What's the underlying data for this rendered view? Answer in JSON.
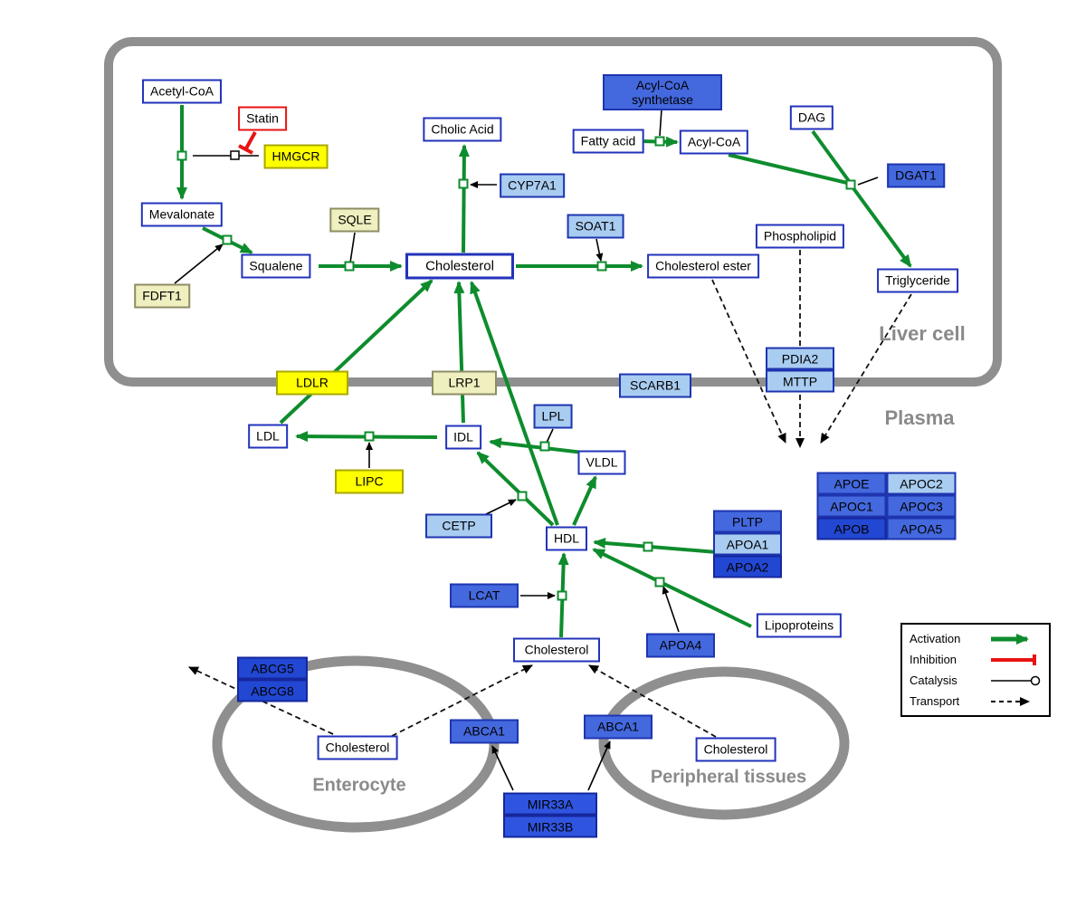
{
  "regions": {
    "liver_cell": "Liver cell",
    "plasma": "Plasma",
    "enterocyte": "Enterocyte",
    "peripheral_tissues": "Peripheral tissues"
  },
  "nodes": {
    "acetyl_coa": {
      "label": "Acetyl-CoA"
    },
    "statin": {
      "label": "Statin"
    },
    "hmgcr": {
      "label": "HMGCR"
    },
    "mevalonate": {
      "label": "Mevalonate"
    },
    "fdft1": {
      "label": "FDFT1"
    },
    "squalene": {
      "label": "Squalene"
    },
    "sqle": {
      "label": "SQLE"
    },
    "cholesterol_liver": {
      "label": "Cholesterol"
    },
    "cholic_acid": {
      "label": "Cholic Acid"
    },
    "cyp7a1": {
      "label": "CYP7A1"
    },
    "soat1": {
      "label": "SOAT1"
    },
    "cholesterol_ester": {
      "label": "Cholesterol ester"
    },
    "acyl_coa_synthetase": {
      "label": "Acyl-CoA synthetase"
    },
    "fatty_acid": {
      "label": "Fatty acid"
    },
    "acyl_coa": {
      "label": "Acyl-CoA"
    },
    "dag": {
      "label": "DAG"
    },
    "dgat1": {
      "label": "DGAT1"
    },
    "phospholipid": {
      "label": "Phospholipid"
    },
    "triglyceride": {
      "label": "Triglyceride"
    },
    "pdia2": {
      "label": "PDIA2"
    },
    "mttp": {
      "label": "MTTP"
    },
    "ldlr": {
      "label": "LDLR"
    },
    "lrp1": {
      "label": "LRP1"
    },
    "scarb1": {
      "label": "SCARB1"
    },
    "ldl": {
      "label": "LDL"
    },
    "idl": {
      "label": "IDL"
    },
    "lpl": {
      "label": "LPL"
    },
    "vldl": {
      "label": "VLDL"
    },
    "lipc": {
      "label": "LIPC"
    },
    "cetp": {
      "label": "CETP"
    },
    "hdl": {
      "label": "HDL"
    },
    "lcat": {
      "label": "LCAT"
    },
    "pltp": {
      "label": "PLTP"
    },
    "apoa1": {
      "label": "APOA1"
    },
    "apoa2": {
      "label": "APOA2"
    },
    "apoa4": {
      "label": "APOA4"
    },
    "lipoproteins": {
      "label": "Lipoproteins"
    },
    "apoe": {
      "label": "APOE"
    },
    "apoc2": {
      "label": "APOC2"
    },
    "apoc1": {
      "label": "APOC1"
    },
    "apoc3": {
      "label": "APOC3"
    },
    "apob": {
      "label": "APOB"
    },
    "apoa5": {
      "label": "APOA5"
    },
    "cholesterol_plasma": {
      "label": "Cholesterol"
    },
    "abcg5": {
      "label": "ABCG5"
    },
    "abcg8": {
      "label": "ABCG8"
    },
    "cholesterol_enterocyte": {
      "label": "Cholesterol"
    },
    "abca1_enterocyte": {
      "label": "ABCA1"
    },
    "abca1_peripheral": {
      "label": "ABCA1"
    },
    "cholesterol_peripheral": {
      "label": "Cholesterol"
    },
    "mir33a": {
      "label": "MIR33A"
    },
    "mir33b": {
      "label": "MIR33B"
    }
  },
  "legend": {
    "activation": "Activation",
    "inhibition": "Inhibition",
    "catalysis": "Catalysis",
    "transport": "Transport"
  },
  "colors": {
    "activation_green": "#0e8c2d",
    "inhibition_red": "#e81313",
    "metabolite_border_blue": "#2233bb",
    "gene_yellow": "#ffff00",
    "gene_pale_yellow": "#efefbf",
    "gene_light_blue": "#a9ccf1",
    "gene_medium_blue": "#4468de",
    "gene_dark_blue": "#2247d2",
    "membrane_gray": "#8f8f8f"
  }
}
